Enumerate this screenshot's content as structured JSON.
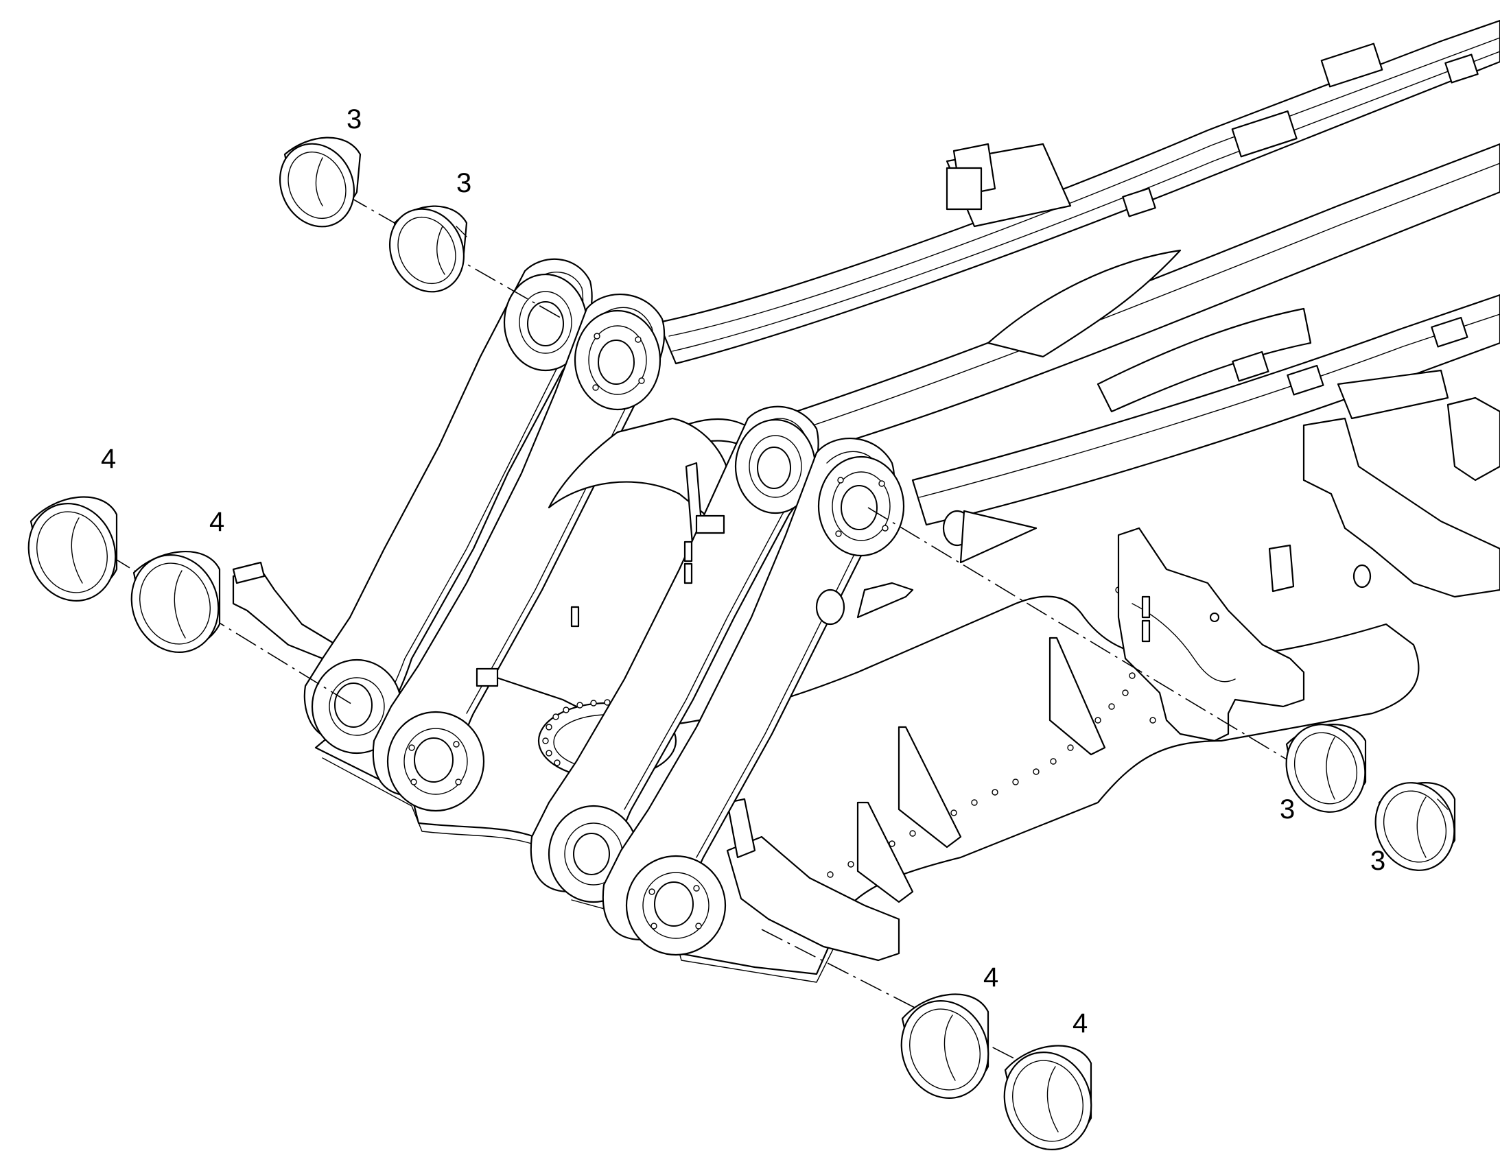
{
  "callouts": {
    "bushing_3_top_left_a": "3",
    "bushing_3_top_left_b": "3",
    "bushing_4_left_a": "4",
    "bushing_4_left_b": "4",
    "bushing_3_right_a": "3",
    "bushing_3_right_b": "3",
    "bushing_4_bottom_a": "4",
    "bushing_4_bottom_b": "4"
  }
}
